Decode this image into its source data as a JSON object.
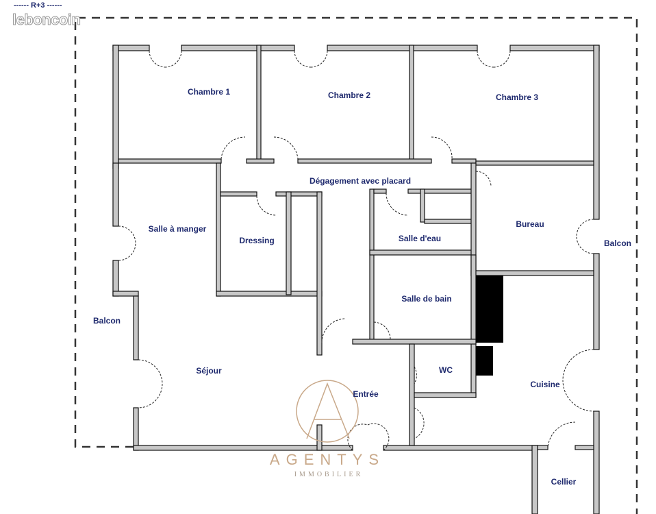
{
  "level_label": "------ R+3 ------",
  "watermark": "leboncoin",
  "logo": {
    "name": "AGENTYS",
    "subtitle": "IMMOBILIER",
    "color": "#c9a98a"
  },
  "rooms": {
    "chambre1": "Chambre 1",
    "chambre2": "Chambre 2",
    "chambre3": "Chambre 3",
    "degagement": "Dégagement avec placard",
    "salle_a_manger": "Salle à manger",
    "dressing": "Dressing",
    "salle_deau": "Salle d'eau",
    "bureau": "Bureau",
    "balcon_right": "Balcon",
    "salle_de_bain": "Salle de bain",
    "balcon_left": "Balcon",
    "sejour": "Séjour",
    "wc": "WC",
    "cuisine": "Cuisine",
    "entree": "Entrée",
    "cellier": "Cellier"
  },
  "colors": {
    "wall_fill": "#c8c8c8",
    "label": "#1f2a6e",
    "chimney": "#000000"
  }
}
